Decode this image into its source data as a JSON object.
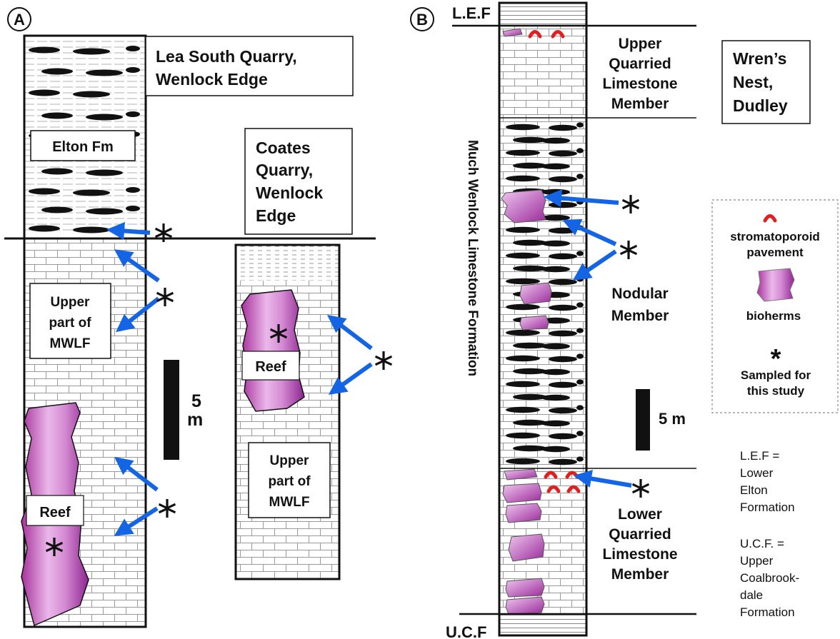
{
  "panel_a": {
    "label": "A",
    "lea_title": [
      "Lea South Quarry,",
      "Wenlock Edge"
    ],
    "coates_title": [
      "Coates",
      "Quarry,",
      "Wenlock",
      "Edge"
    ],
    "elton_fm": "Elton Fm",
    "upper_mwlf_left": [
      "Upper",
      "part of",
      "MWLF"
    ],
    "upper_mwlf_right": [
      "Upper",
      "part of",
      "MWLF"
    ],
    "reef_left": "Reef",
    "reef_right": "Reef",
    "scale_bar": [
      "5",
      "m"
    ]
  },
  "panel_b": {
    "label": "B",
    "lef_label": "L.E.F",
    "ucf_label": "U.C.F",
    "formation_name": "Much Wenlock Limestone Formation",
    "upper_member": [
      "Upper",
      "Quarried",
      "Limestone",
      "Member"
    ],
    "nodular_member": [
      "Nodular",
      "Member"
    ],
    "lower_member": [
      "Lower",
      "Quarried",
      "Limestone",
      "Member"
    ],
    "location": [
      "Wren’s",
      "Nest,",
      "Dudley"
    ],
    "scale_bar": "5 m",
    "legend": {
      "stromatoporoid": [
        "stromatoporoid",
        "pavement"
      ],
      "bioherms": "bioherms",
      "sampled_symbol": "*",
      "sampled": [
        "Sampled for",
        "this study"
      ]
    },
    "abbreviations": {
      "lef": [
        "L.E.F =",
        "Lower",
        "Elton",
        "Formation"
      ],
      "ucf": [
        "U.C.F. =",
        "Upper",
        "Coalbrook-",
        "dale",
        "Formation"
      ]
    }
  },
  "sample_marker": "*",
  "colors": {
    "arrow": "#1464e6",
    "reef_dark": "#9a2a9a",
    "reef_light": "#e8b4e8",
    "stromatoporoid": "#e02020",
    "nodule": "#111111",
    "brick_line": "#9a9a9a"
  }
}
